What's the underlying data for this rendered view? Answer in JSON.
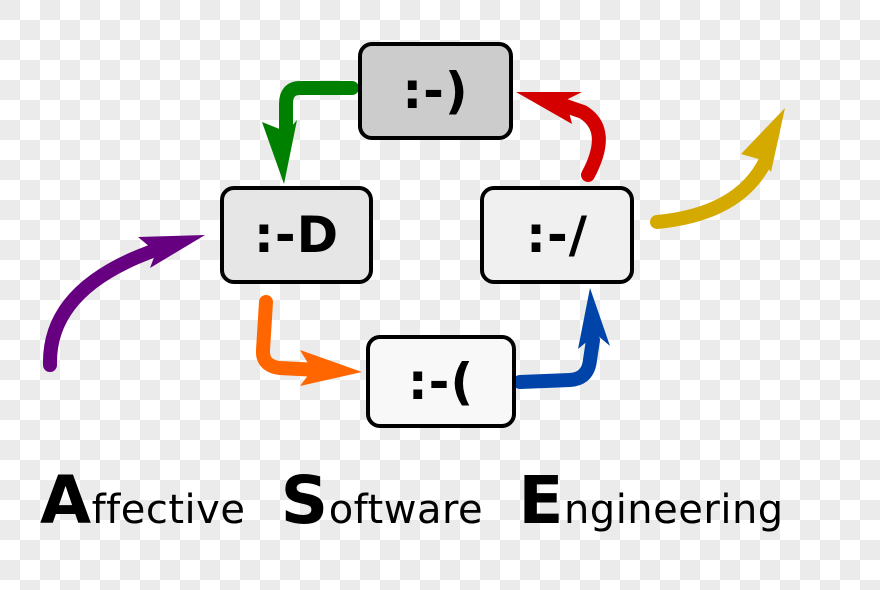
{
  "diagram": {
    "type": "cycle",
    "nodes": [
      {
        "id": "happy",
        "label": ":-)",
        "fill": "#cccccc"
      },
      {
        "id": "laugh",
        "label": ":-D",
        "fill": "#e6e6e6"
      },
      {
        "id": "sad",
        "label": ":-(",
        "fill": "#f8f8f8"
      },
      {
        "id": "skeptical",
        "label": ":-/",
        "fill": "#f0f0f0"
      }
    ],
    "edges": [
      {
        "from": "happy",
        "to": "laugh",
        "color": "#008000"
      },
      {
        "from": "laugh",
        "to": "sad",
        "color": "#ff6600"
      },
      {
        "from": "sad",
        "to": "skeptical",
        "color": "#0044aa"
      },
      {
        "from": "skeptical",
        "to": "happy",
        "color": "#d40000"
      },
      {
        "from": "entry",
        "to": "laugh",
        "color": "#660080"
      },
      {
        "from": "skeptical",
        "to": "exit",
        "color": "#d4aa00"
      }
    ]
  },
  "title": {
    "words": [
      {
        "initial": "A",
        "rest": "ffective"
      },
      {
        "initial": "S",
        "rest": "oftware"
      },
      {
        "initial": "E",
        "rest": "ngineering"
      }
    ]
  }
}
